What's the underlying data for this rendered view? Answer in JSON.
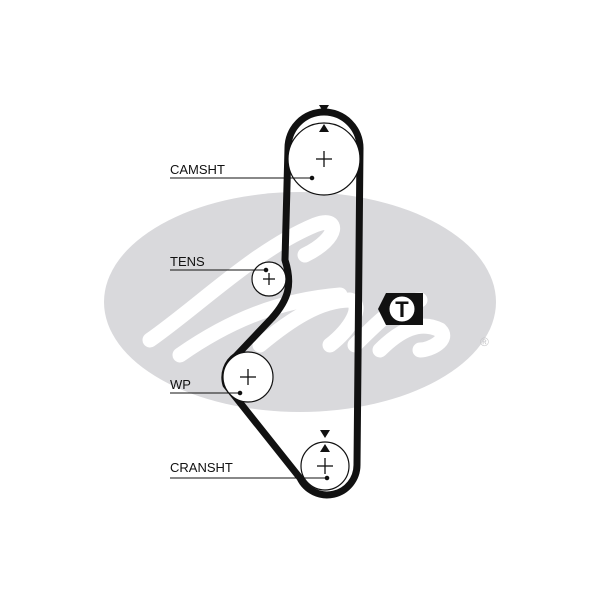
{
  "diagram": {
    "labels": {
      "camshaft": "CAMSHT",
      "tensioner": "TENS",
      "water_pump": "WP",
      "crankshaft": "CRANSHT"
    },
    "tensioner_marker": "T",
    "watermark": {
      "brand": "Gates",
      "mark": "®",
      "color": "#d9d9dc"
    },
    "belt_color": "#111111"
  }
}
